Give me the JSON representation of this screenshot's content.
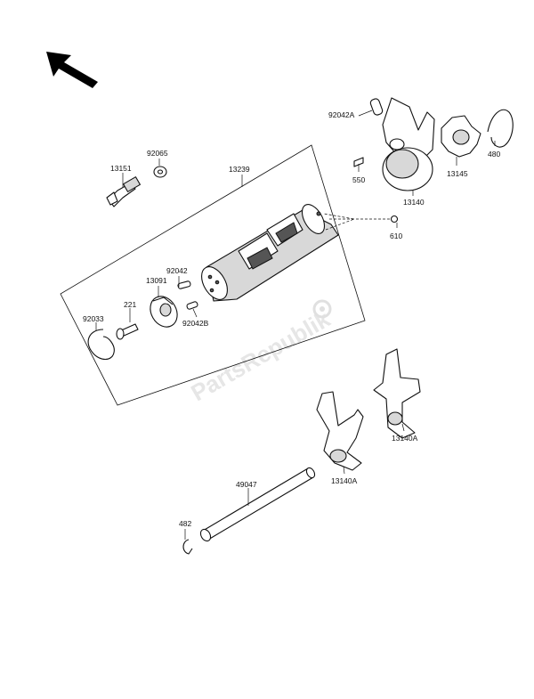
{
  "watermark": "PartsRepublik",
  "direction_arrow_icon": "arrow-up-left-icon",
  "callouts": {
    "p13151": "13151",
    "p92065": "92065",
    "p13239": "13239",
    "p92042a": "92042A",
    "p550": "550",
    "p13140": "13140",
    "p13145": "13145",
    "p480": "480",
    "p610": "610",
    "p92042": "92042",
    "p13091": "13091",
    "p221": "221",
    "p92033": "92033",
    "p92042b": "92042B",
    "p13140a_right": "13140A",
    "p13140a_left": "13140A",
    "p49047": "49047",
    "p482": "482"
  }
}
